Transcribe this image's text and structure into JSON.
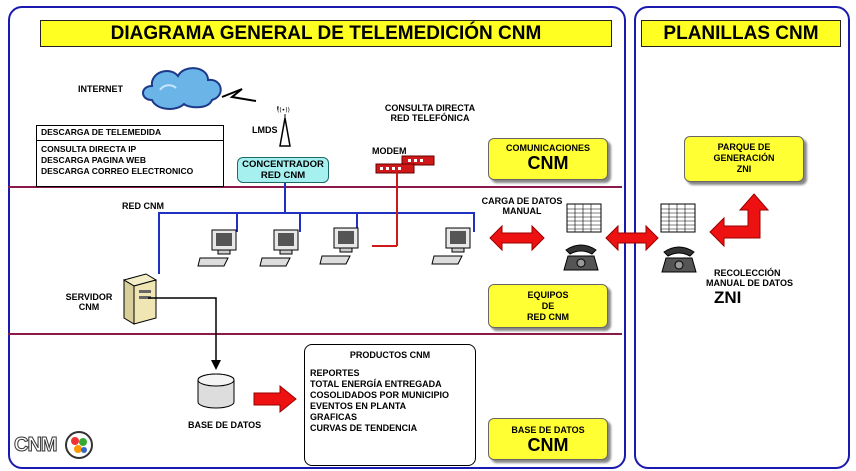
{
  "left_panel": {
    "title": "DIAGRAMA GENERAL DE TELEMEDICIÓN CNM"
  },
  "right_panel": {
    "title": "PLANILLAS CNM"
  },
  "labels": {
    "internet": "INTERNET",
    "lmds": "LMDS",
    "consulta_directa_1": "CONSULTA DIRECTA",
    "consulta_directa_2": "RED TELEFÓNICA",
    "modem": "MODEM",
    "red_cnm": "RED CNM",
    "carga_datos_1": "CARGA DE DATOS",
    "carga_datos_2": "MANUAL",
    "servidor_1": "SERVIDOR",
    "servidor_2": "CNM",
    "base_datos": "BASE DE DATOS",
    "recoleccion_1": "RECOLECCIÓN",
    "recoleccion_2": "MANUAL DE DATOS",
    "recoleccion_3": "ZNI",
    "logo_text": "CNM"
  },
  "descarga_box": {
    "header": "DESCARGA DE TELEMEDIDA",
    "items": [
      "CONSULTA DIRECTA IP",
      "DESCARGA PAGINA WEB",
      "DESCARGA CORREO ELECTRONICO"
    ]
  },
  "concentrador": {
    "line1": "CONCENTRADOR",
    "line2": "RED CNM"
  },
  "yellow_boxes": {
    "comunicaciones_small": "COMUNICACIONES",
    "comunicaciones_big": "CNM",
    "equipos_1": "EQUIPOS",
    "equipos_2": "DE",
    "equipos_3": "RED CNM",
    "base_small": "BASE DE DATOS",
    "base_big": "CNM",
    "parque_1": "PARQUE DE",
    "parque_2": "GENERACIÓN",
    "parque_3": "ZNI"
  },
  "productos": {
    "title": "PRODUCTOS CNM",
    "items": [
      "REPORTES",
      "TOTAL ENERGÍA ENTREGADA",
      "COSOLIDADOS POR MUNICIPIO",
      "EVENTOS EN PLANTA",
      "GRAFICAS",
      "CURVAS DE TENDENCIA"
    ]
  },
  "colors": {
    "panel_border": "#1a1ab0",
    "title_fill": "#ffff22",
    "box_fill": "#ffff33",
    "separator": "#8a1a4a",
    "network_line": "#2030c0",
    "arrow_red": "#ee1111",
    "concentrador_fill": "#a6f0f0"
  }
}
